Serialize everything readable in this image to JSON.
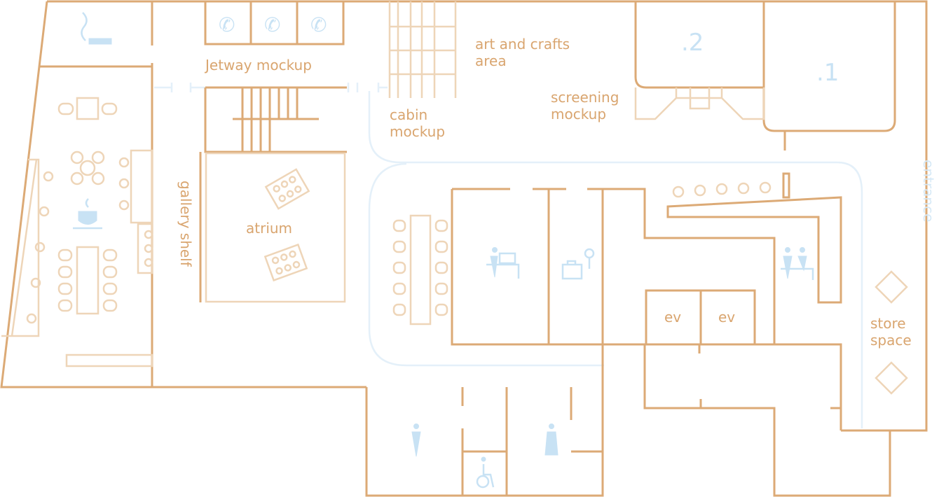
{
  "floorplan": {
    "labels": {
      "jetway": "Jetway mockup",
      "arts_line1": "art and crafts",
      "arts_line2": "area",
      "cabin_line1": "cabin",
      "cabin_line2": "mockup",
      "screening_line1": "screening",
      "screening_line2": "mockup",
      "room2": ".2",
      "room1": ".1",
      "gallery": "gallery shelf",
      "atrium": "atrium",
      "entrance": "entrance",
      "store_line1": "store",
      "store_line2": "space",
      "ev1": "ev",
      "ev2": "ev"
    },
    "icons": [
      "smoking-icon",
      "phone-icon",
      "coffee-icon",
      "reception-desk-icon",
      "luggage-storage-icon",
      "check-in-icon",
      "restroom-female-icon",
      "restroom-male-icon",
      "accessible-restroom-icon"
    ],
    "colors": {
      "wall": "#dcaa76",
      "furniture": "#eed5b8",
      "icon": "#c8e2f4",
      "path": "#e4f0f9"
    }
  }
}
